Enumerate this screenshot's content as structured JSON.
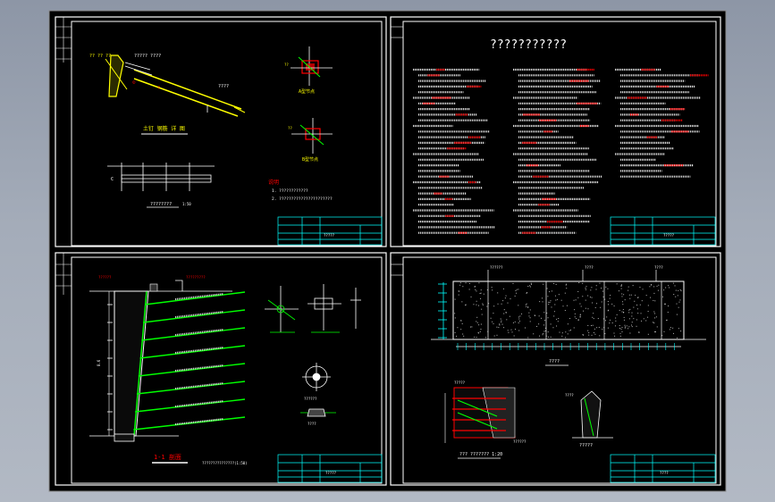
{
  "colors": {
    "background": "#a4acb9",
    "canvas": "#000000",
    "border": "#ffffff",
    "frame_lines": "#ffffff",
    "title_block": "#00ffff",
    "rebar": "#00ff00",
    "annotation": "#ff0000",
    "label_yellow": "#ffff00",
    "hatch": "#ffffff"
  },
  "sheets": {
    "top_left": {
      "section_label": "土钉 钢筋 详 图",
      "plan_caption": "????????",
      "plan_scale": "1:50",
      "detail_a_label": "A型节点",
      "detail_b_label": "B型节点",
      "notes_title": "说明",
      "note_1": "1.  ????????????",
      "note_2": "2.  ??????????????????????",
      "tb_title": "?????"
    },
    "top_right": {
      "heading": "???????????",
      "tb_title": "?????"
    },
    "bottom_left": {
      "section_mark": "1-1 剖面",
      "caption": "???????????????(1:50)",
      "detail_plate": "??????",
      "detail_nut": "????",
      "height_label": "8.6",
      "tb_title": "?????"
    },
    "bottom_right": {
      "elevation_caption": "????",
      "rebar_caption": "??? ??????? 1:20",
      "section_caption": "?????",
      "tb_title": "????"
    }
  }
}
